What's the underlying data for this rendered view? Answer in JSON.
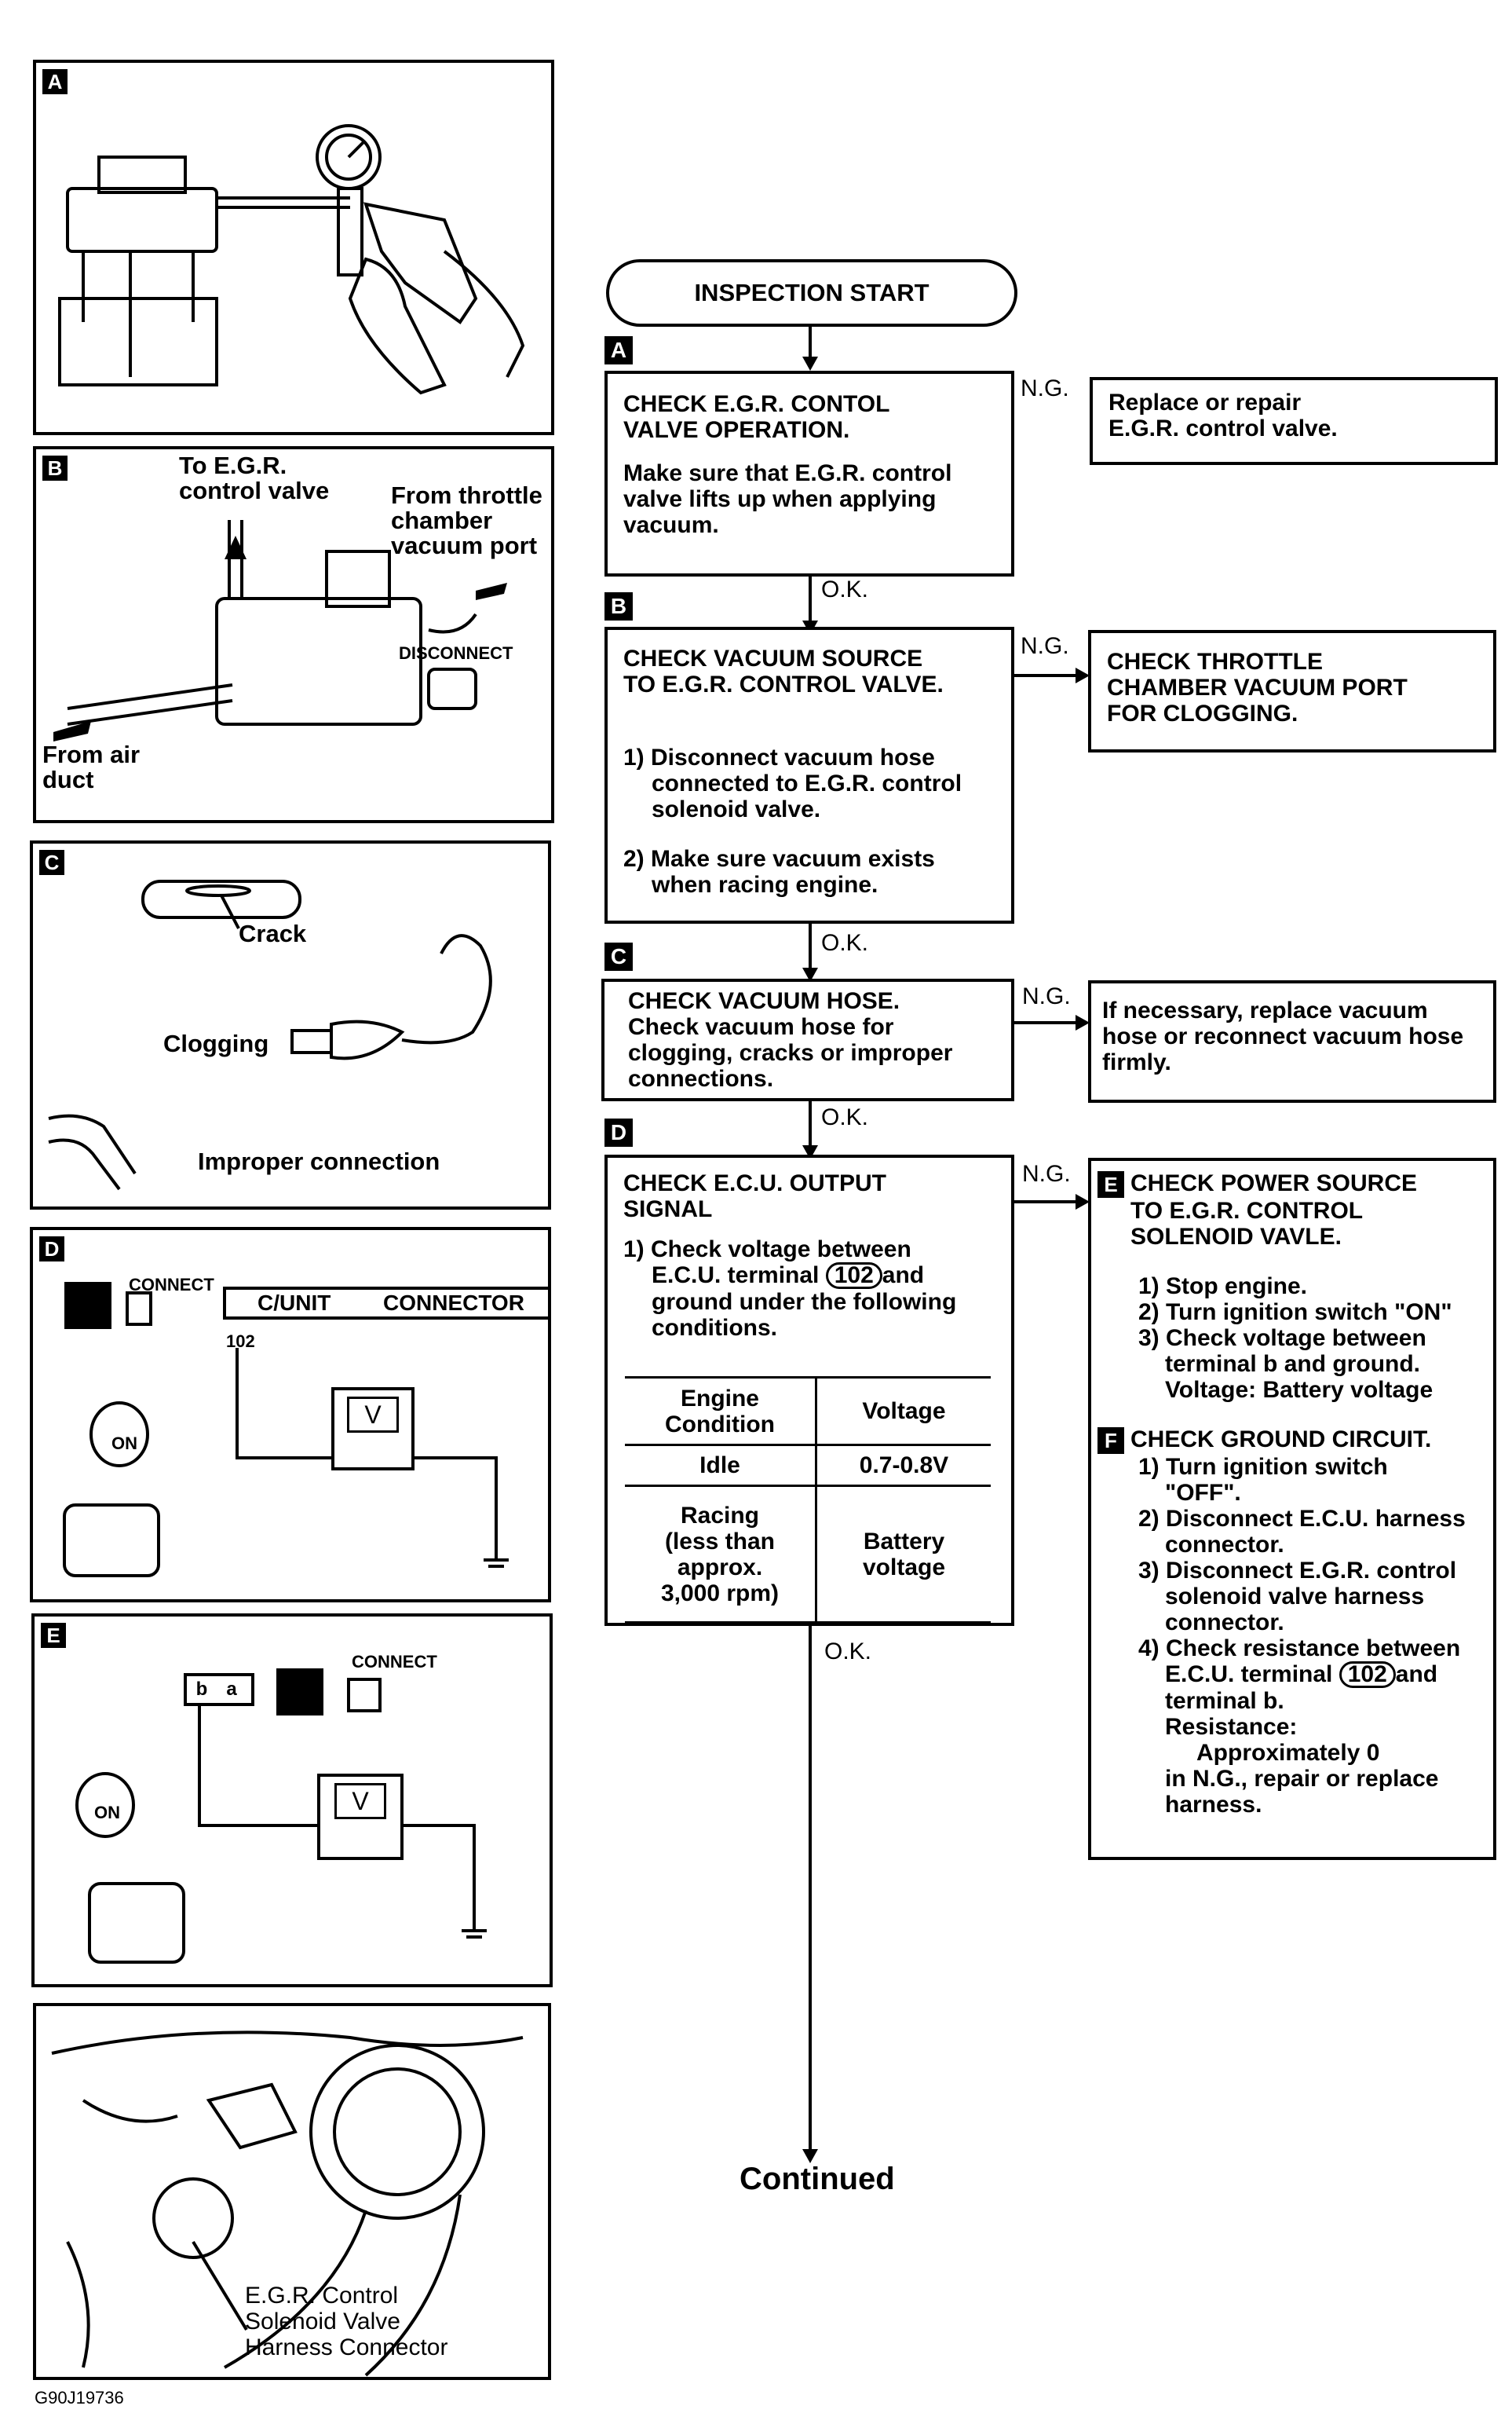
{
  "panels": {
    "a": {
      "label": "A"
    },
    "b": {
      "label": "B",
      "to_egr": [
        "To E.G.R.",
        "control valve"
      ],
      "from_throttle": [
        "From throttle",
        "chamber",
        "vacuum port"
      ],
      "disconnect": "DISCONNECT",
      "from_air": [
        "From air",
        "duct"
      ]
    },
    "c": {
      "label": "C",
      "crack": "Crack",
      "clogging": "Clogging",
      "improper": "Improper connection"
    },
    "d": {
      "label": "D",
      "connect": "CONNECT",
      "cunit": "C/UNIT",
      "connector": "CONNECTOR",
      "terminal": "102",
      "meter": "V",
      "key_on": "ON"
    },
    "e": {
      "label": "E",
      "connect": "CONNECT",
      "pins": [
        "b",
        "a"
      ],
      "meter": "V",
      "key_on": "ON"
    },
    "f": {
      "callout": [
        "E.G.R. Control",
        "Solenoid Valve",
        "Harness Connector"
      ]
    }
  },
  "figure_id": "G90J19736",
  "flow": {
    "start": "INSPECTION START",
    "continued": "Continued",
    "ng": "N.G.",
    "ok": "O.K.",
    "step_a": {
      "label": "A",
      "title": [
        "CHECK E.G.R. CONTOL",
        "VALVE OPERATION."
      ],
      "body": [
        "Make sure that E.G.R. control",
        "valve lifts up when applying",
        "vacuum."
      ]
    },
    "result_a": [
      "Replace or repair",
      "E.G.R. control valve."
    ],
    "step_b": {
      "label": "B",
      "title": [
        "CHECK VACUUM SOURCE",
        "TO E.G.R. CONTROL VALVE."
      ],
      "item1": [
        "1) Disconnect vacuum hose",
        "connected to E.G.R. control",
        "solenoid valve."
      ],
      "item2": [
        "2) Make sure vacuum exists",
        "when racing engine."
      ]
    },
    "result_b": [
      "CHECK THROTTLE",
      "CHAMBER VACUUM PORT",
      "FOR CLOGGING."
    ],
    "step_c": {
      "label": "C",
      "title": "CHECK VACUUM HOSE.",
      "body": [
        "Check vacuum hose for",
        "clogging, cracks or improper",
        "connections."
      ]
    },
    "result_c": [
      "If necessary, replace vacuum",
      "hose or reconnect vacuum hose",
      "firmly."
    ],
    "step_d": {
      "label": "D",
      "title": [
        "CHECK E.C.U. OUTPUT",
        "SIGNAL"
      ],
      "item1_a": "1) Check voltage between",
      "item1_b_pre": "E.C.U. terminal",
      "terminal": "102",
      "item1_b_post": "and",
      "item1_c": "ground under the following",
      "item1_d": "conditions.",
      "table": {
        "headers": [
          [
            "Engine",
            "Condition"
          ],
          [
            "Voltage"
          ]
        ],
        "rows": [
          {
            "cond": [
              "Idle"
            ],
            "volt": [
              "0.7-0.8V"
            ]
          },
          {
            "cond": [
              "Racing",
              "(less than",
              "approx.",
              "3,000 rpm)"
            ],
            "volt": [
              "Battery",
              "voltage"
            ]
          }
        ]
      }
    },
    "result_d": {
      "e_label": "E",
      "e_title": [
        "CHECK POWER SOURCE",
        "TO E.G.R. CONTROL",
        "SOLENOID VAVLE."
      ],
      "e_items": [
        "1) Stop engine.",
        "2) Turn ignition switch \"ON\"",
        "3) Check voltage between",
        "terminal b and ground.",
        "Voltage: Battery voltage"
      ],
      "f_label": "F",
      "f_title": "CHECK GROUND CIRCUIT.",
      "f_items": [
        "1) Turn ignition switch",
        "\"OFF\".",
        "2) Disconnect E.C.U. harness",
        "connector.",
        "3) Disconnect E.G.R. control",
        "solenoid valve harness",
        "connector.",
        "4) Check resistance between"
      ],
      "f_term_pre": "E.C.U. terminal",
      "f_terminal": "102",
      "f_term_post": "and",
      "f_items2": [
        "terminal b.",
        "Resistance:",
        "Approximately 0",
        "in N.G., repair or replace",
        "harness."
      ]
    }
  }
}
